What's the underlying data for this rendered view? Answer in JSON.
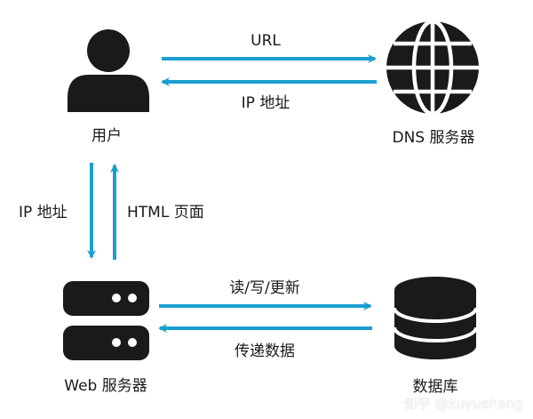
{
  "nodes": {
    "user": {
      "label": "用户",
      "icon": "user-icon"
    },
    "dns": {
      "label": "DNS 服务器",
      "icon": "globe-icon"
    },
    "web": {
      "label": "Web 服务器",
      "icon": "server-icon"
    },
    "db": {
      "label": "数据库",
      "icon": "database-icon"
    }
  },
  "edges": {
    "user_to_dns": "URL",
    "dns_to_user": "IP 地址",
    "user_to_web": "IP 地址",
    "web_to_user": "HTML 页面",
    "web_to_db": "读/写/更新",
    "db_to_web": "传递数据"
  },
  "watermark": "知乎 @xuyuehang",
  "colors": {
    "arrow": "#1a9fd0",
    "icon": "#1a1a1a"
  }
}
